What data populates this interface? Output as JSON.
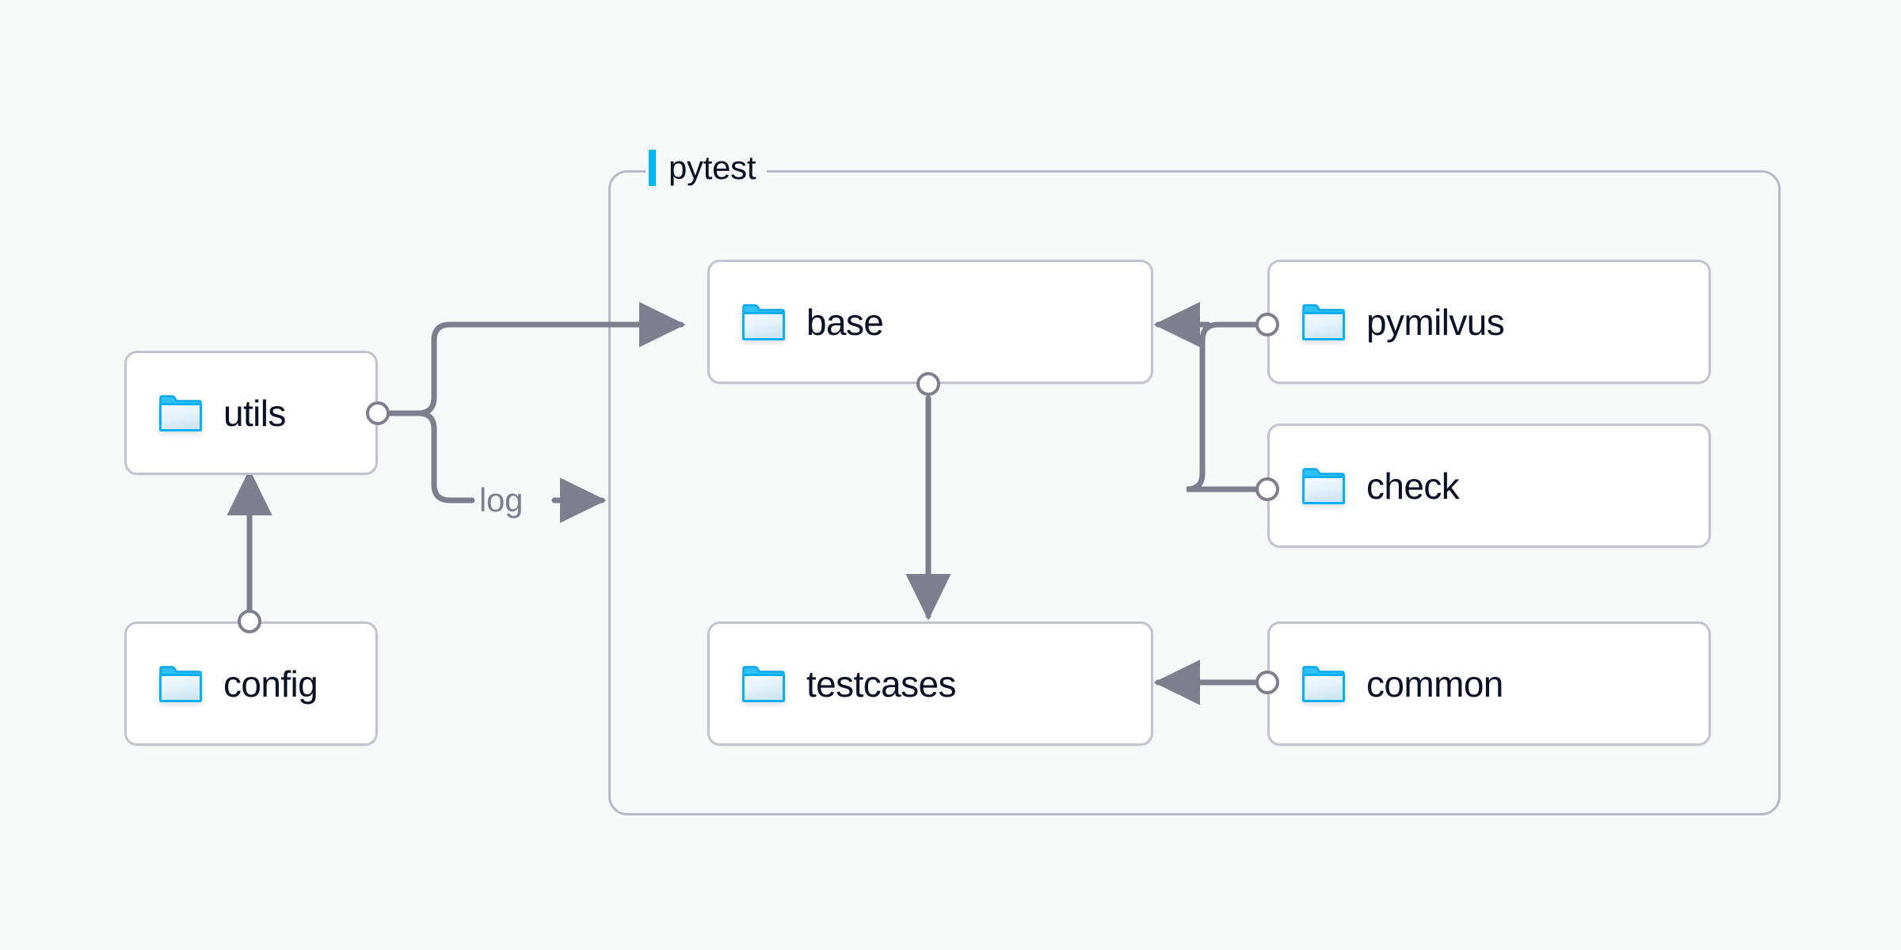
{
  "diagram": {
    "title_visible": false,
    "background_color": "#f7f8f8",
    "accent_color": "#00b8f0",
    "edge_color": "#7e7e8c",
    "node_border_color": "#c3c2cf",
    "node_fill_color": "#ffffff",
    "group_border_color": "#b9b8c6",
    "text_color": "#0b1225"
  },
  "group": {
    "label": "pytest",
    "marker_icon": "accent-bar-icon"
  },
  "nodes": [
    {
      "id": "utils",
      "label": "utils",
      "icon": "folder-icon"
    },
    {
      "id": "config",
      "label": "config",
      "icon": "folder-icon"
    },
    {
      "id": "base",
      "label": "base",
      "icon": "folder-icon"
    },
    {
      "id": "testcases",
      "label": "testcases",
      "icon": "folder-icon"
    },
    {
      "id": "pymilvus",
      "label": "pymilvus",
      "icon": "folder-icon"
    },
    {
      "id": "check",
      "label": "check",
      "icon": "folder-icon"
    },
    {
      "id": "common",
      "label": "common",
      "icon": "folder-icon"
    }
  ],
  "edges": [
    {
      "id": "utils-base",
      "from": "utils",
      "to": "base",
      "label": ""
    },
    {
      "id": "utils-log",
      "from": "utils",
      "to": "pytest",
      "label": "log"
    },
    {
      "id": "config-utils",
      "from": "config",
      "to": "utils",
      "label": ""
    },
    {
      "id": "base-testcases",
      "from": "base",
      "to": "testcases",
      "label": ""
    },
    {
      "id": "pymilvus-base",
      "from": "pymilvus",
      "to": "base",
      "label": ""
    },
    {
      "id": "check-base",
      "from": "check",
      "to": "base",
      "label": ""
    },
    {
      "id": "common-testcases",
      "from": "common",
      "to": "testcases",
      "label": ""
    }
  ]
}
